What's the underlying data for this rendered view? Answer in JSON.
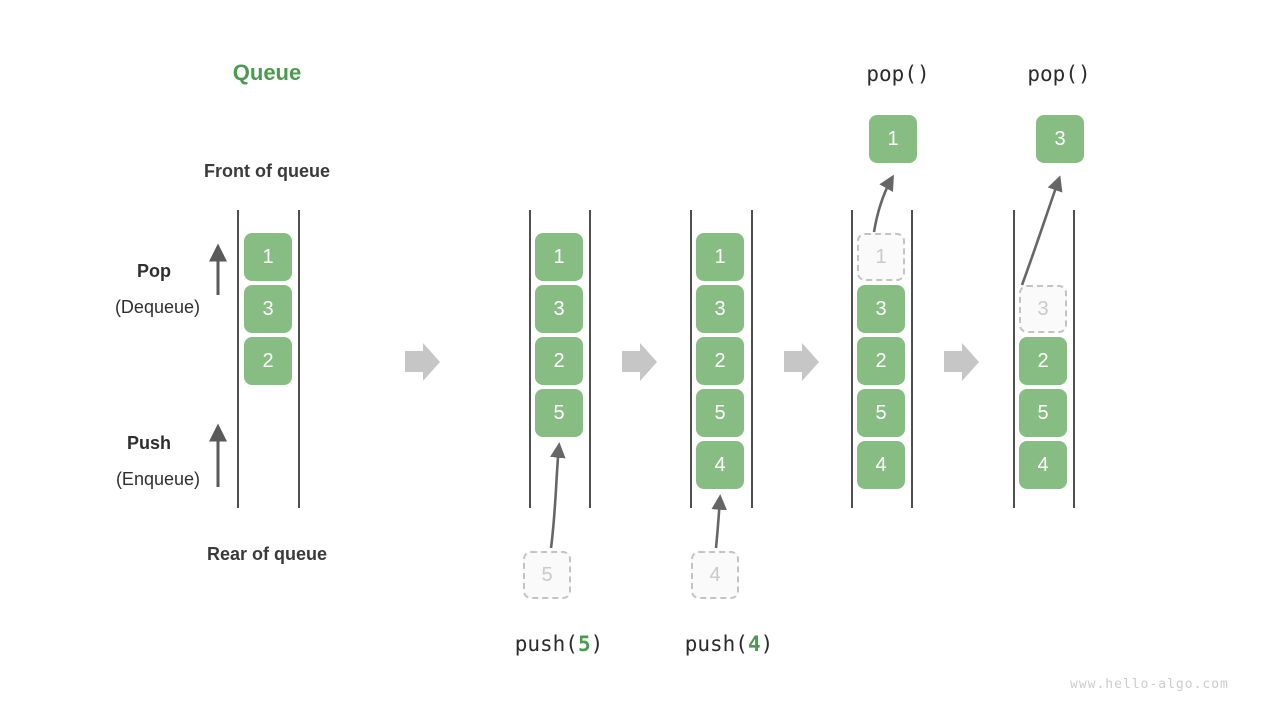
{
  "title": "Queue",
  "labels": {
    "front": "Front of queue",
    "rear": "Rear of queue",
    "pop_main": "Pop",
    "pop_sub": "(Dequeue)",
    "push_main": "Push",
    "push_sub": "(Enqueue)"
  },
  "watermark": "www.hello-algo.com",
  "colors": {
    "accent_green": "#4a9a4f",
    "cell_green": "#87bd83",
    "cell_text": "#ffffff",
    "ghost_border": "#c3c3c3",
    "ghost_text": "#c9c9c9",
    "rail": "#4f4f4f",
    "flow_arrow": "#c6c6c6",
    "curve_arrow": "#666666",
    "heading_text": "#3a3a3a",
    "watermark_text": "#cccccc"
  },
  "stages": [
    {
      "name": "initial",
      "cells": [
        "1",
        "3",
        "2"
      ],
      "ghost": null,
      "popped": null,
      "op_label": null
    },
    {
      "name": "after-push-5",
      "cells": [
        "1",
        "3",
        "2",
        "5"
      ],
      "ghost": {
        "value": "5",
        "position": "below"
      },
      "popped": null,
      "op_label": {
        "prefix": "push(",
        "num": "5",
        "suffix": ")"
      }
    },
    {
      "name": "after-push-4",
      "cells": [
        "1",
        "3",
        "2",
        "5",
        "4"
      ],
      "ghost": {
        "value": "4",
        "position": "below"
      },
      "popped": null,
      "op_label": {
        "prefix": "push(",
        "num": "4",
        "suffix": ")"
      }
    },
    {
      "name": "after-pop-1",
      "cells": [
        "3",
        "2",
        "5",
        "4"
      ],
      "ghost": {
        "value": "1",
        "position": "slot0"
      },
      "popped": "1",
      "op_label": {
        "prefix": "pop(",
        "num": "",
        "suffix": ")"
      }
    },
    {
      "name": "after-pop-3",
      "cells": [
        "2",
        "5",
        "4"
      ],
      "ghost": {
        "value": "3",
        "position": "slot1"
      },
      "popped": "3",
      "op_label": {
        "prefix": "pop(",
        "num": "",
        "suffix": ")"
      }
    }
  ],
  "flow_arrows": 4,
  "pop_calls": [
    "pop()",
    "pop()"
  ]
}
